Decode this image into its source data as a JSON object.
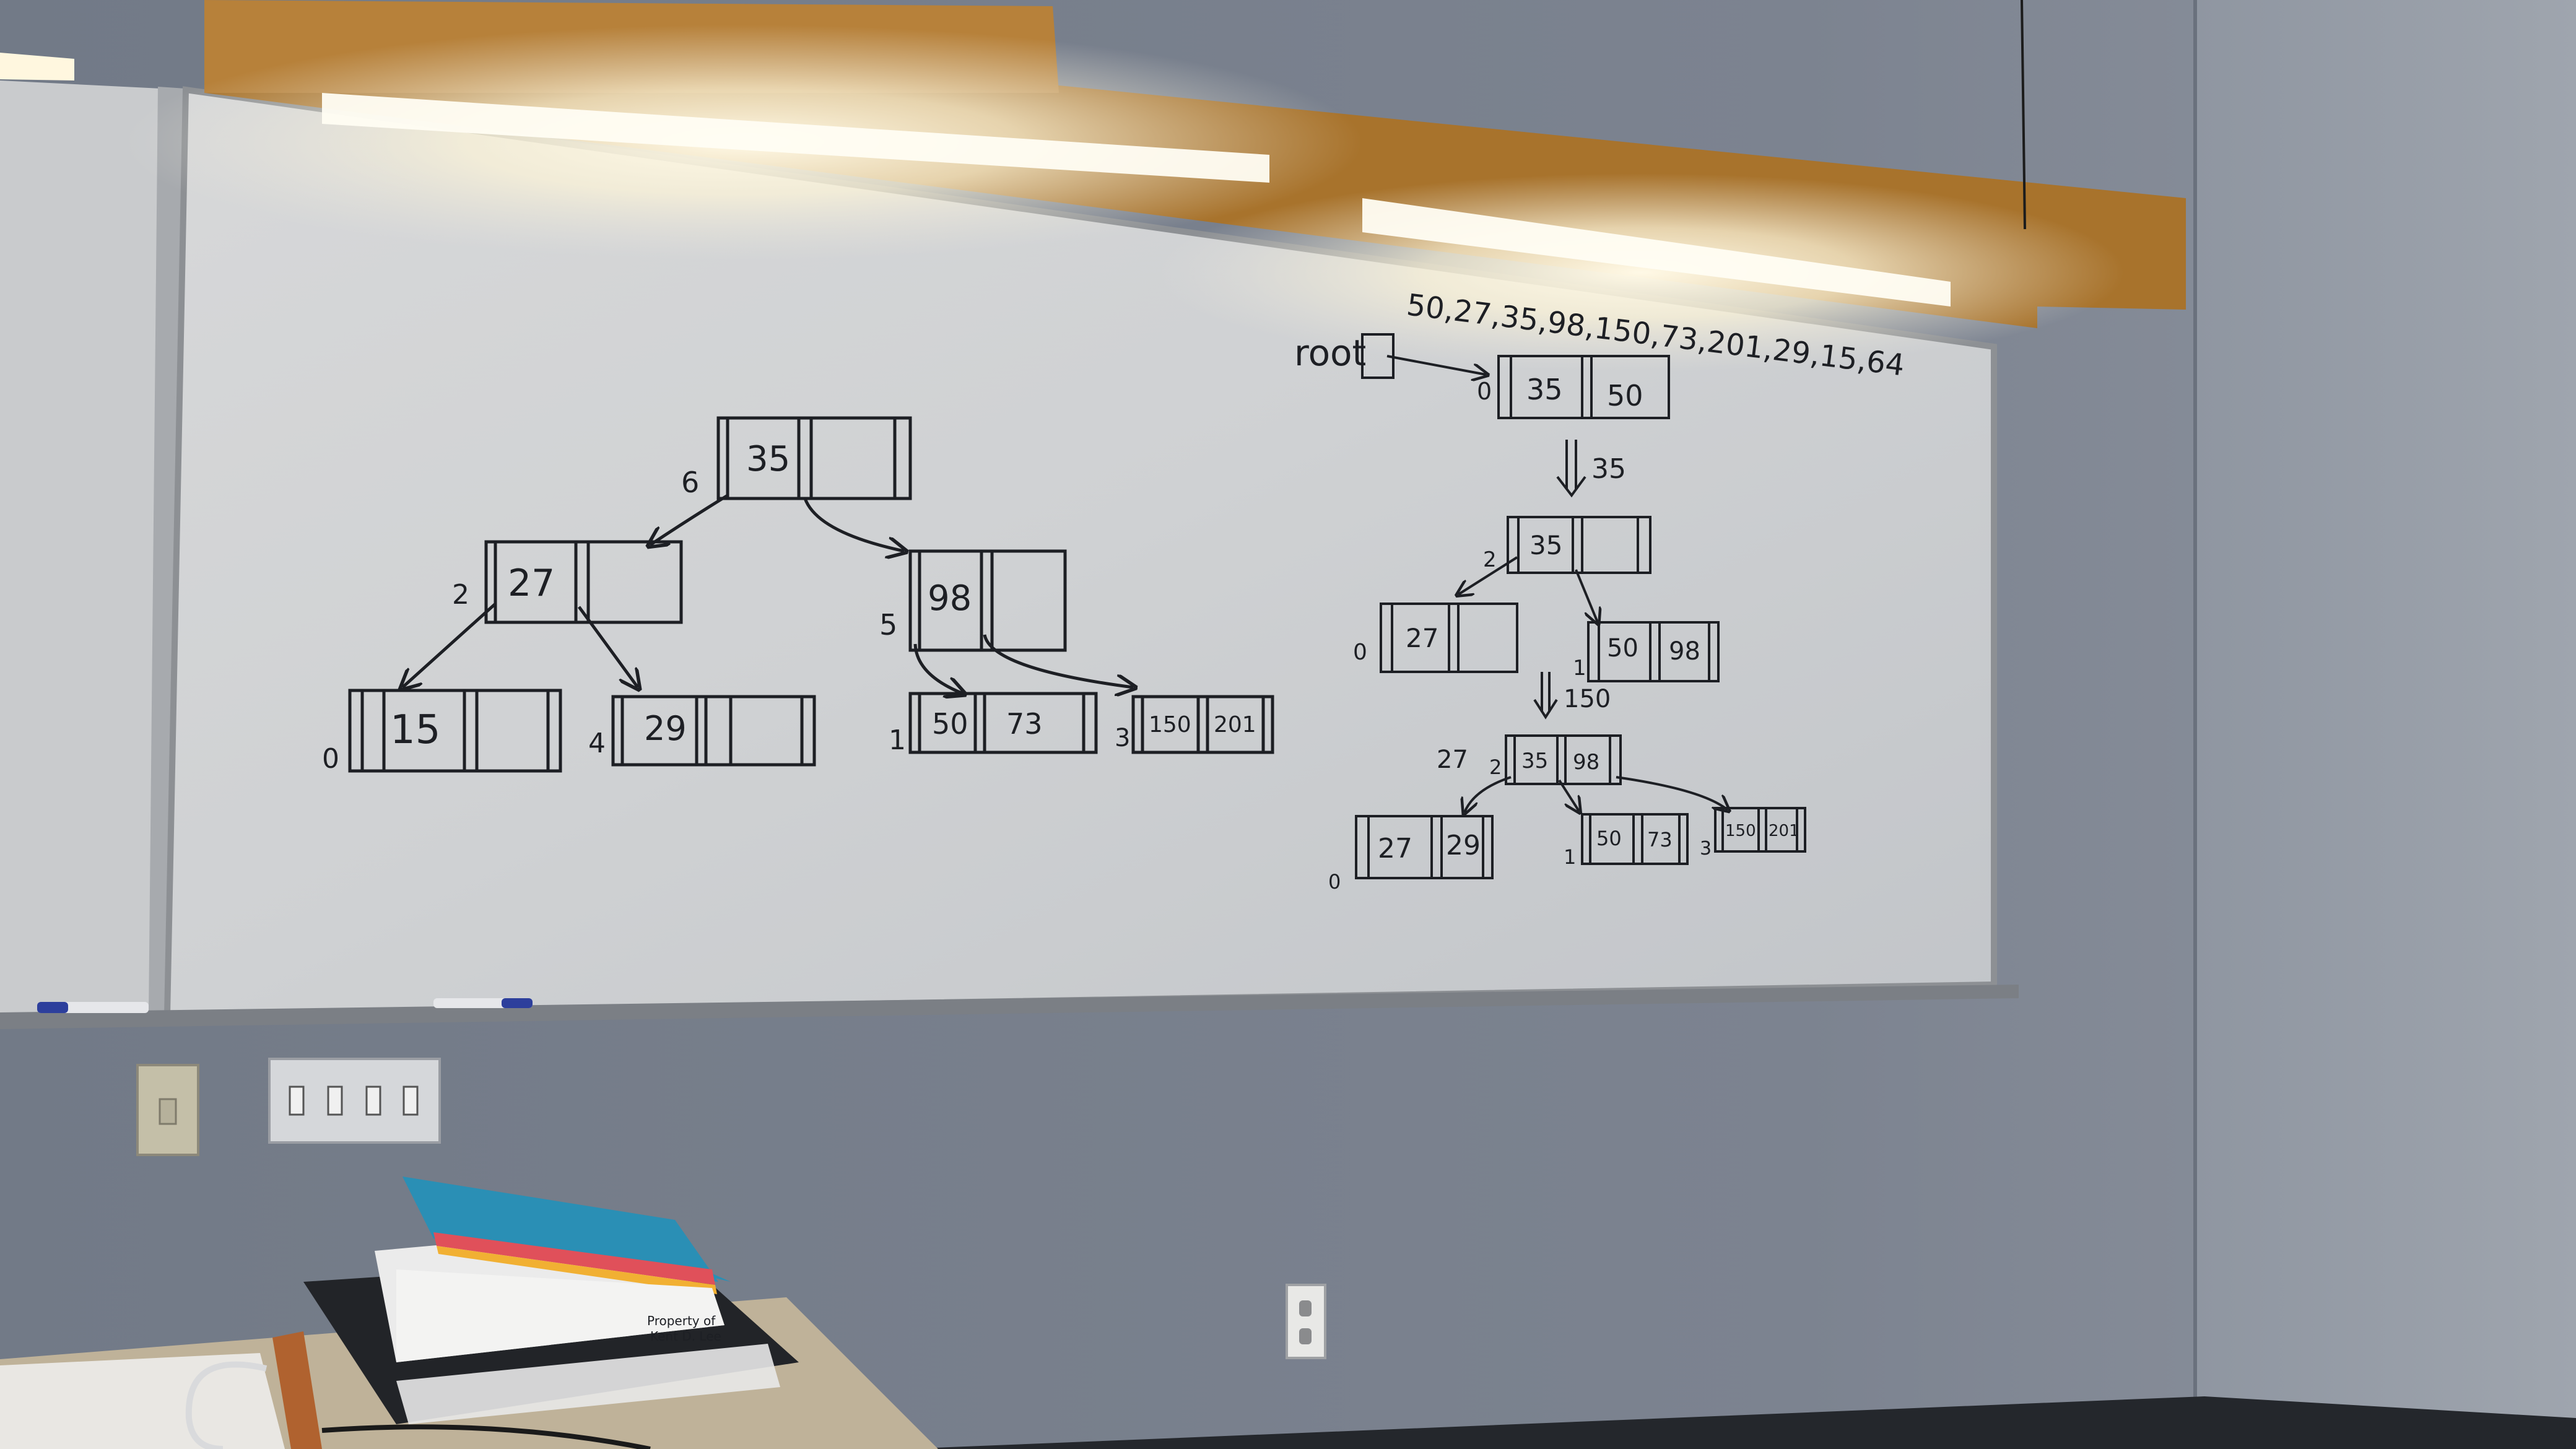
{
  "whiteboard": {
    "sequence": "50,27,35,98,150,73,201,29,15,64",
    "root_label": "root",
    "root_node": {
      "keys": [
        "35",
        "50"
      ],
      "index": "0"
    },
    "step1_label": "35",
    "step1_tree": {
      "root": {
        "key": "35",
        "index": "2"
      },
      "left": {
        "key": "27",
        "index": "0"
      },
      "right": {
        "keys": [
          "50",
          "98"
        ],
        "index": "1"
      }
    },
    "step2_label": "150",
    "step2_tree": {
      "side_note": "27",
      "root": {
        "keys": [
          "35",
          "98"
        ],
        "index": "2"
      },
      "leaves": [
        {
          "keys": [
            "27",
            "29"
          ],
          "index": "0"
        },
        {
          "keys": [
            "50",
            "73"
          ],
          "index": "1"
        },
        {
          "keys": [
            "150",
            "201"
          ],
          "index": "3"
        }
      ]
    },
    "big_tree": {
      "root": {
        "key": "35",
        "index": "6"
      },
      "mid": [
        {
          "key": "27",
          "index": "2"
        },
        {
          "key": "98",
          "index": "5"
        }
      ],
      "leaves": [
        {
          "keys": [
            "15"
          ],
          "index": "0"
        },
        {
          "keys": [
            "29"
          ],
          "index": "4"
        },
        {
          "keys": [
            "50",
            "73"
          ],
          "index": "1"
        },
        {
          "keys": [
            "150",
            "201"
          ],
          "index": "3"
        }
      ]
    }
  },
  "book": {
    "owner_line1": "Property of",
    "owner_line2": "Kent D. Lee"
  },
  "colors": {
    "wall": "#767d8a",
    "board": "#d2d4d6",
    "valance": "#a8732c",
    "ink": "#1d1f24",
    "book_cover": "#2a8fb5"
  }
}
